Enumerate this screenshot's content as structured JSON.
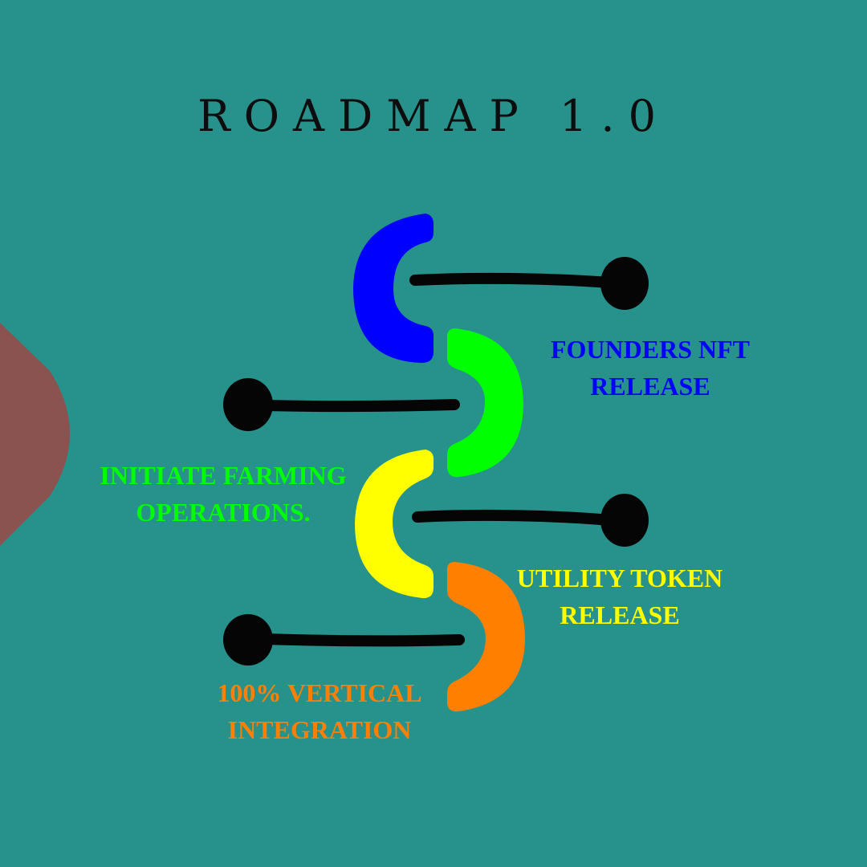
{
  "title": "ROADMAP 1.0",
  "colors": {
    "background": "#27918c",
    "side_shape": "#8a5350",
    "connector": "#050505"
  },
  "steps": [
    {
      "color": "#0000ff",
      "lines": [
        "FOUNDERS NFT",
        "RELEASE"
      ]
    },
    {
      "color": "#00ff00",
      "lines": [
        "INITIATE FARMING",
        "OPERATIONS."
      ]
    },
    {
      "color": "#ffff00",
      "lines": [
        "UTILITY TOKEN",
        "RELEASE"
      ]
    },
    {
      "color": "#ff8000",
      "lines": [
        "100% VERTICAL",
        "INTEGRATION"
      ]
    }
  ]
}
